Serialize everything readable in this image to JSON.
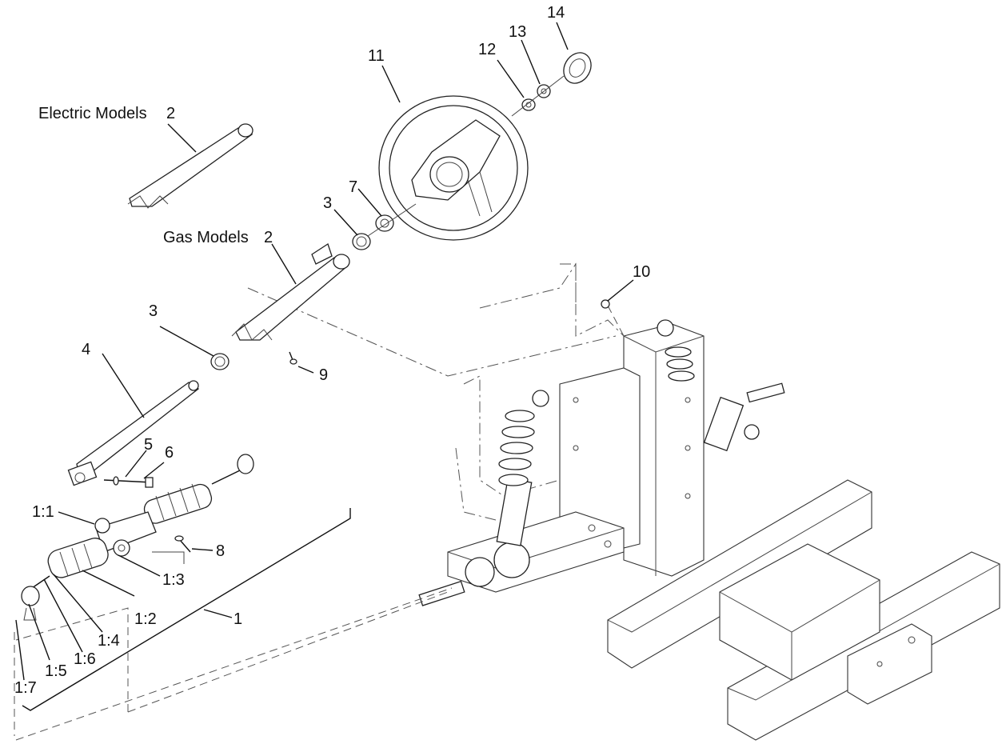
{
  "callouts": {
    "electric_models": "Electric Models",
    "electric_models_num": "2",
    "gas_models": "Gas Models",
    "gas_models_num": "2",
    "c14": "14",
    "c13": "13",
    "c12": "12",
    "c11": "11",
    "c7": "7",
    "c3a": "3",
    "c3b": "3",
    "c10": "10",
    "c4": "4",
    "c9": "9",
    "c5": "5",
    "c6": "6",
    "c8": "8",
    "c1_1": "1:1",
    "c1_3": "1:3",
    "c1_2": "1:2",
    "c1_4": "1:4",
    "c1_6": "1:6",
    "c1_5": "1:5",
    "c1_7": "1:7",
    "c1": "1"
  }
}
